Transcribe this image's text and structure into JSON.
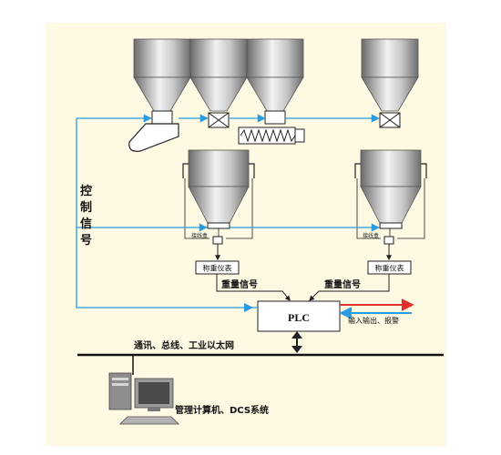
{
  "labels": {
    "control_signal": "控制信号",
    "weight_signal_left": "重量信号",
    "weight_signal_right": "重量信号",
    "weigher_left": "称重仪表",
    "weigher_right": "称重仪表",
    "junction_left": "接线盒",
    "junction_right": "接线盒",
    "plc": "PLC",
    "io_output": "输入输出、报警",
    "bus": "通讯、总线、工业以太网",
    "computer": "管理计算机、DCS系统"
  },
  "colors": {
    "background": "#fdf9e3",
    "signal_line": "#2a9be0",
    "output_arrow": "#e0302c",
    "silo_dark": "#6e6e6e",
    "silo_light": "#e8e8e8"
  }
}
